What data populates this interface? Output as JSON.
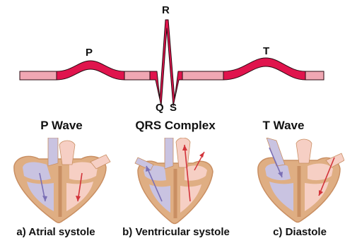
{
  "ecg": {
    "letters": {
      "p": "P",
      "q": "Q",
      "r": "R",
      "s": "S",
      "t": "T"
    },
    "colors": {
      "waveform": "#e0144d",
      "baseline": "#f0a7b3",
      "outline": "#2a0a12"
    }
  },
  "phases": {
    "p_wave": "P Wave",
    "qrs_complex": "QRS Complex",
    "t_wave": "T Wave"
  },
  "hearts": [
    {
      "caption": "a) Atrial systole",
      "icon": "heart-atrial-systole"
    },
    {
      "caption": "b) Ventricular systole",
      "icon": "heart-ventricular-systole"
    },
    {
      "caption": "c) Diastole",
      "icon": "heart-diastole"
    }
  ],
  "colors": {
    "heart_wall": "#dfae83",
    "heart_wall_dark": "#c98f63",
    "deoxygenated_blood": "#c9c3e1",
    "oxygenated_blood": "#f6cfc4",
    "arrow_blue": "#7a6fb5",
    "arrow_red": "#d2333a"
  }
}
